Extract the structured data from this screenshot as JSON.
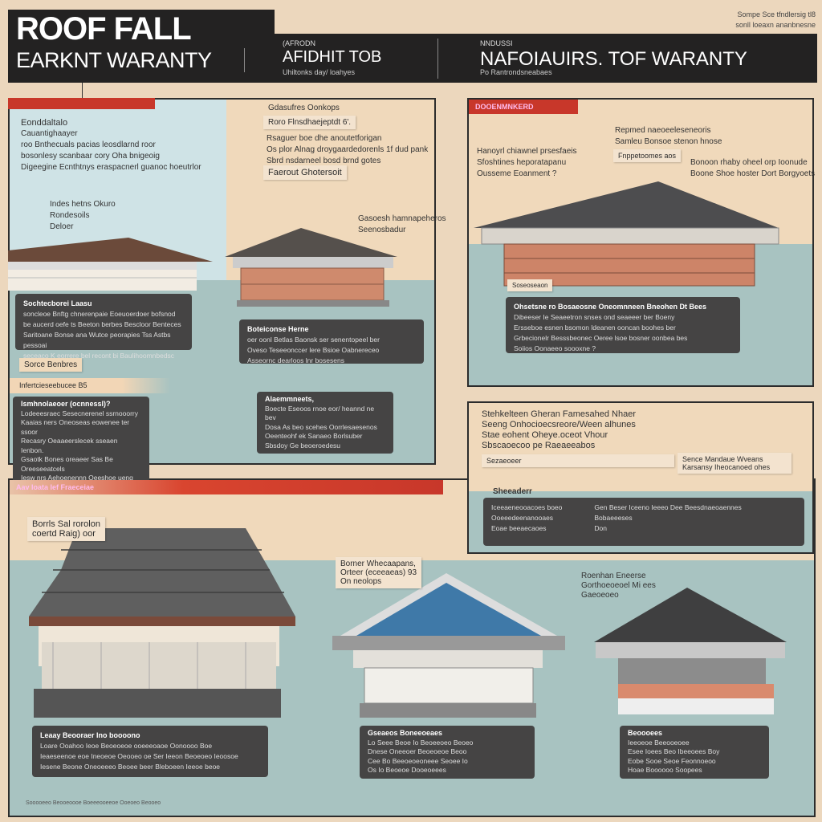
{
  "header": {
    "title_line1": "ROOF FALL",
    "title_line2": "EARKNT WARANTY",
    "col2_kicker": "(AFRODN",
    "col2_title": "AFIDHIT TOB",
    "col2_sub": "Uhiltonks day/ loahyes",
    "col3_kicker": "NNDUSSI",
    "col3_title": "NAFOIAUIRS. TOF WARANTY",
    "col3_sub": "Po Rantrondsneabaes",
    "corner_note": [
      "Sompe Sce tfndlersig tl8",
      "sonll loeaxn ananbnesne"
    ]
  },
  "panel_a": {
    "heading": "Eonddaltalo",
    "sub": "Cauantighaayer",
    "lines": [
      "roo Bnthecuals pacias leosdlarnd roor",
      "bosonlesy scanbaar cory Oha bnigeoig",
      "Digeegine Ecnthtnys eraspacnerl guanoc hoeutrlor"
    ],
    "label_left": [
      "Indes hetns Okuro",
      "Rondesoils",
      "Deloer"
    ],
    "callout_title": "Gdasufres Oonkops",
    "callout_tag": "Roro Flnsdhaejeptdt 6'.",
    "callout_lines": [
      "Rsaguer boe dhe anoutetforigan",
      "Os plor Alnag droygaardedorenls 1f dud pank",
      "Sbrd nsdarneel bosd brnd gotes"
    ],
    "callout_foot": "Faerout Ghotersoit",
    "gable_label": [
      "Gasoesh hamnapeheros",
      "Seenosbadur"
    ],
    "box1": {
      "title": "Sochtecborei Laasu",
      "lines": [
        "soncleoe Bnftg chnerenpaie Eoeuoerdoer bofsnod",
        "be aucerd oefe ts Beeton berbes Bescloor Benteces",
        "Saritoane Bonse ana Wutce peorapies Tss Astbs pessoai",
        "seceaco K eorrere bel recont bi Baulihoomnbedsc"
      ]
    },
    "box2": {
      "title": "Boteiconse Herne",
      "lines": [
        "oer oonl Betlas Baonsk ser senentopeel ber",
        "Oveso Teseeonccer lere Bsioe Oabnereceo",
        "Asseornc dearloos lnr bosesens"
      ]
    },
    "section_tag": "Sorce Benbres",
    "section_bar": "Infertcieseebucee B5",
    "box3": {
      "title": "Ismhnolaeoer (ocnnessl)?",
      "lines": [
        "Lodeeesraec Sesecnerenel ssrnooorry",
        "Kaaias ners Oneoseas eowenee ter ssoor",
        "Recasry Oeaaeerslecek sseaen Ienbon.",
        "Gsaotk Bones oreaeer Sas Be Oreeseeatcels",
        "Iesw nrs Aehoenennn Oeeshoe ueng"
      ]
    },
    "box4": {
      "title": "Alaemmneets,",
      "lines": [
        "Boecte Eseoos rnoe eor/ heannd ne bev",
        "Dosa As beo scehes Oorrlesaesenos",
        "Oeenteohf ek Sanaeo Borlsuber",
        "Sbsdoy Ge beoeroedesu"
      ]
    }
  },
  "panel_b": {
    "red_tag": "DOOENMNKERD",
    "notes_left": [
      "Hanoyrl chiawnel prsesfaeis",
      "Sfoshtines heporatapanu",
      "Ousseme Eoanment ?"
    ],
    "notes_center": [
      "Repmed naeoeeleseneoris",
      "Samleu Bonsoe stenon hnose"
    ],
    "center_tag": "Fnppetoomes aos",
    "notes_right": [
      "Bonoon rhaby oheel orp Ioonude",
      "Boone Shoe hoster Dort Borgyoets"
    ],
    "eave_tag": "Soseoseaon",
    "box": {
      "title": "Ohsetsne ro Bosaeosne Oneomnneen Bneohen Dt Bees",
      "lines": [
        "Dibeeser Ie Seaeetron snses ond seaeeer ber Boeny",
        "Ersseboe esnen bsomon ldeanen ooncan boohes ber",
        "Grbecionelr Besssbeonec Oeree lsoe bosner oonbea bes",
        "Soiios Oonaeeo soooxne ?"
      ]
    }
  },
  "panel_c": {
    "heading_lines": [
      "Stehkelteen Gheran Famesahed Nhaer",
      "Seeng Onhocioecsreore/Ween alhunes",
      "Stae eohent Oheye.oceot Vhour",
      "Sbscaoecoo pe Raeaeeabos"
    ],
    "tag_left": "Sezaeoeer",
    "tag_right": [
      "Sence Mandaue Wveans",
      "Karsansy Iheocanoed ohes"
    ],
    "sub_tag": "Sheeaderr",
    "box_left": {
      "lines": [
        "Iceeaeneooacoes boeo",
        "Ooeeedeenanooaes",
        "Eoae beeaecaoes"
      ]
    },
    "box_right": {
      "lines": [
        "Gen Beser Iceeno Ieeeo Dee Beesdnaeoaennes",
        "Bobaeeeses",
        "Don"
      ]
    }
  },
  "bottom": {
    "red_tag": "Aav Ioata Ief Fraeceiae",
    "tag_left": [
      "Borrls Sal rorolon",
      "coertd Raig) oor"
    ],
    "tag_mid": [
      "Borner Whecaapans,",
      "Orteer (eceeaeas) 93",
      "On neolops"
    ],
    "tag_right": [
      "Roenhan Eneerse",
      "Gorthoeoeoel Mi ees",
      "Gaeoeoeo"
    ],
    "box1": {
      "title": "Leaay Beooraer Ino boooono",
      "lines": [
        "Loare Ooahoo Ieoe Beoeoeoe ooeeeoaoe Oonoooo Boe",
        "Ieaeseenoe eoe Ineoeoe Oeooeo oe Ser Ieeon Beoeoeo Ieoosoe",
        "Iesene Beone Oneoeeeo Beoee beer Bleboeen Ieeoe beoe"
      ]
    },
    "box2": {
      "title": "Gseaeos Boneeoeaes",
      "lines": [
        "Lo Seee Beoe Io Beoeeoeo Beoeo",
        "Dnese Oneeoer Beoeoeoe Beoo",
        "Cee Bo Beeoeoeoneee Seoee Io",
        "Os Io Beoeoe Dooeoeees"
      ]
    },
    "box3": {
      "title": "Beoooees",
      "lines": [
        "Ieeoeoe Beeooeoee",
        "Esee Ioees Beo Ibeeoees Boy",
        "Eobe Sooe Seoe Feonnoeoo",
        "Hoae Boooooo Soopees"
      ]
    },
    "footer": "Sooooeeo Beooeoooe Boeeeooeeoe Ooeoeo Beooeo"
  },
  "colors": {
    "background": "#ecd7bd",
    "header": "#232222",
    "accent_red": "#c8372a",
    "teal": "#a8c3c1",
    "sky": "#cfe3e6",
    "text_box": "#454444"
  }
}
